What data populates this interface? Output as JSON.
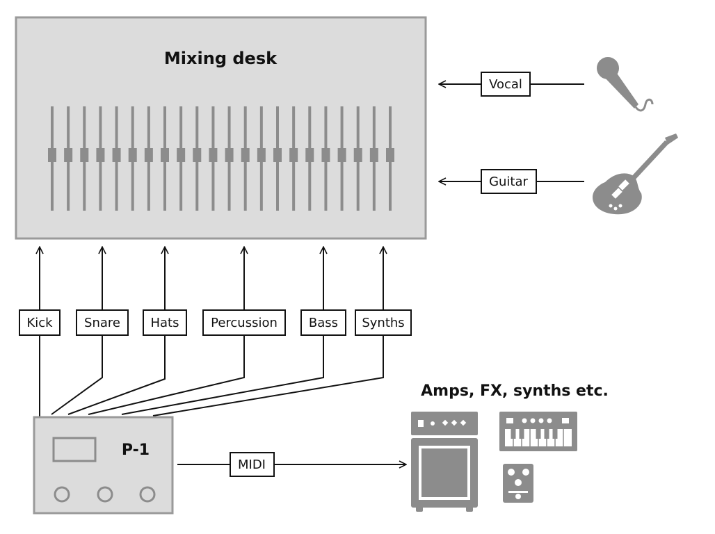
{
  "mixer": {
    "title": "Mixing desk",
    "fader_count": 22
  },
  "inputs": [
    {
      "label": "Vocal",
      "icon": "microphone-icon"
    },
    {
      "label": "Guitar",
      "icon": "electric-guitar-icon"
    }
  ],
  "channels": [
    {
      "label": "Kick"
    },
    {
      "label": "Snare"
    },
    {
      "label": "Hats"
    },
    {
      "label": "Percussion"
    },
    {
      "label": "Bass"
    },
    {
      "label": "Synths"
    }
  ],
  "device": {
    "name": "P-1",
    "knob_count": 3
  },
  "midi": {
    "label": "MIDI"
  },
  "gear": {
    "title": "Amps, FX, synths etc.",
    "icons": [
      "amplifier-icon",
      "keyboard-synth-icon",
      "effects-pedal-icon"
    ]
  },
  "colors": {
    "gear_gray": "#8c8c8c",
    "panel_fill": "#dcdcdc",
    "panel_stroke": "#9a9a9a",
    "line": "#111111"
  }
}
